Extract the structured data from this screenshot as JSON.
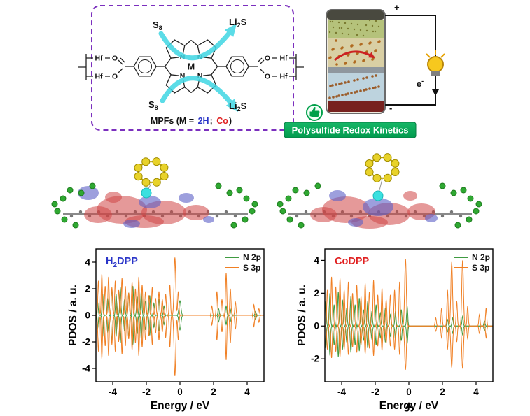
{
  "palette": {
    "box_purple": "#7b2fbe",
    "arrow_cyan": "#3fd6e3",
    "banner_green": "#00a651",
    "m_2h_blue": "#2a35c8",
    "m_co_red": "#e02020",
    "n2p_green": "#3f9b41",
    "s3p_orange": "#f07f23",
    "sulfur_yellow": "#e8d22a",
    "lithium_cyan": "#3ae0e0",
    "lobe_red": "#d04545",
    "lobe_blue": "#5b5fc7",
    "atom_green": "#2fa832"
  },
  "scheme": {
    "s8": {
      "base": "S",
      "sub": "8"
    },
    "li2s": {
      "li": "Li",
      "sub": "2",
      "s": "S"
    },
    "atoms": {
      "m": "M",
      "n": "N",
      "o": "O",
      "hf": "Hf"
    },
    "caption": {
      "p1": "MPFs (M = ",
      "m1": "2H",
      "p2": "; ",
      "m2": "Co",
      "p3": ")"
    }
  },
  "battery": {
    "plus": "+",
    "minus": "-",
    "electron_base": "e",
    "electron_sup": "-"
  },
  "banner": {
    "label": "Polysulfide Redox Kinetics"
  },
  "chart_data": [
    {
      "type": "line",
      "title_pre": "H",
      "title_sub": "2",
      "title_post": "DPP",
      "title_color": "#2a35c8",
      "xlabel": "Energy / eV",
      "ylabel": "PDOS / a. u.",
      "xlim": [
        -5,
        5
      ],
      "ylim": [
        -5,
        5
      ],
      "xticks": [
        -4,
        -2,
        0,
        2,
        4
      ],
      "yticks": [
        -4,
        -2,
        0,
        2,
        4
      ],
      "grid": false,
      "legend_position": "top-right",
      "zero_marker": false,
      "series": [
        {
          "name": "N 2p",
          "color": "#3f9b41",
          "width": 0.05,
          "mirror": 1.0,
          "peaks": [
            [
              -4.9,
              1.0
            ],
            [
              -4.6,
              1.6
            ],
            [
              -4.3,
              1.3
            ],
            [
              -4.05,
              2.0
            ],
            [
              -3.8,
              1.6
            ],
            [
              -3.55,
              2.1
            ],
            [
              -3.3,
              1.2
            ],
            [
              -3.05,
              1.7
            ],
            [
              -2.8,
              2.2
            ],
            [
              -2.55,
              1.4
            ],
            [
              -2.3,
              1.9
            ],
            [
              -2.05,
              1.1
            ],
            [
              -1.8,
              1.5
            ],
            [
              -1.55,
              0.9
            ],
            [
              -1.25,
              1.2
            ],
            [
              -0.95,
              0.7
            ],
            [
              0.0,
              1.1,
              0.08
            ],
            [
              2.3,
              0.5
            ],
            [
              2.75,
              0.7
            ],
            [
              3.05,
              0.5
            ],
            [
              4.5,
              0.3
            ]
          ]
        },
        {
          "name": "S 3p",
          "color": "#f07f23",
          "width": 0.05,
          "mirror": 1.05,
          "peaks": [
            [
              -4.85,
              2.6
            ],
            [
              -4.65,
              3.1
            ],
            [
              -4.45,
              2.2
            ],
            [
              -4.25,
              2.9
            ],
            [
              -4.05,
              2.1
            ],
            [
              -3.85,
              2.6
            ],
            [
              -3.65,
              1.9
            ],
            [
              -3.45,
              2.8
            ],
            [
              -3.25,
              2.2
            ],
            [
              -3.05,
              1.7
            ],
            [
              -2.85,
              2.5
            ],
            [
              -2.65,
              2.0
            ],
            [
              -2.45,
              2.9
            ],
            [
              -2.25,
              2.3
            ],
            [
              -2.05,
              1.8
            ],
            [
              -1.85,
              1.5
            ],
            [
              -1.65,
              2.1
            ],
            [
              -1.45,
              1.3
            ],
            [
              -1.25,
              1.8
            ],
            [
              -1.05,
              1.2
            ],
            [
              -0.85,
              1.6
            ],
            [
              -0.6,
              2.3
            ],
            [
              -0.3,
              4.35,
              0.07
            ],
            [
              -0.1,
              1.8
            ],
            [
              1.9,
              0.7
            ],
            [
              2.2,
              1.8
            ],
            [
              2.5,
              1.2
            ],
            [
              2.75,
              3.2
            ],
            [
              3.0,
              2.0
            ],
            [
              3.3,
              1.0
            ],
            [
              4.4,
              0.8
            ],
            [
              4.7,
              0.5
            ]
          ]
        }
      ]
    },
    {
      "type": "line",
      "title_pre": "CoDPP",
      "title_sub": "",
      "title_post": "",
      "title_color": "#e02020",
      "xlabel": "Energy / eV",
      "ylabel": "PDOS / a. u.",
      "xlim": [
        -5,
        5
      ],
      "ylim": [
        -3.4,
        4.7
      ],
      "xticks": [
        -4,
        -2,
        0,
        2,
        4
      ],
      "yticks": [
        -2,
        0,
        2,
        4
      ],
      "grid": false,
      "legend_position": "top-right",
      "zero_marker": true,
      "series": [
        {
          "name": "N 2p",
          "color": "#3f9b41",
          "width": 0.05,
          "mirror": 0.9,
          "peaks": [
            [
              -4.95,
              1.5
            ],
            [
              -4.7,
              2.0
            ],
            [
              -4.45,
              1.3
            ],
            [
              -4.2,
              2.1
            ],
            [
              -3.95,
              1.6
            ],
            [
              -3.7,
              1.1
            ],
            [
              -3.45,
              1.8
            ],
            [
              -3.2,
              1.3
            ],
            [
              -2.95,
              1.7
            ],
            [
              -2.7,
              1.0
            ],
            [
              -2.45,
              1.5
            ],
            [
              -2.2,
              0.9
            ],
            [
              -1.95,
              1.3
            ],
            [
              -1.7,
              0.8
            ],
            [
              -1.4,
              1.1
            ],
            [
              -1.1,
              0.7
            ],
            [
              -0.8,
              0.9
            ],
            [
              -0.45,
              1.0
            ],
            [
              -0.1,
              1.2
            ],
            [
              2.3,
              0.4
            ],
            [
              2.6,
              0.5
            ],
            [
              3.2,
              0.6
            ],
            [
              4.5,
              0.3
            ]
          ]
        },
        {
          "name": "S 3p",
          "color": "#f07f23",
          "width": 0.05,
          "mirror": 0.65,
          "peaks": [
            [
              -4.85,
              2.2
            ],
            [
              -4.6,
              3.0
            ],
            [
              -4.35,
              2.4
            ],
            [
              -4.1,
              2.9
            ],
            [
              -3.85,
              2.2
            ],
            [
              -3.6,
              2.7
            ],
            [
              -3.35,
              2.0
            ],
            [
              -3.1,
              2.5
            ],
            [
              -2.85,
              1.8
            ],
            [
              -2.6,
              2.6
            ],
            [
              -2.35,
              2.1
            ],
            [
              -2.1,
              2.8
            ],
            [
              -1.85,
              1.9
            ],
            [
              -1.6,
              2.3
            ],
            [
              -1.35,
              1.6
            ],
            [
              -1.1,
              1.9
            ],
            [
              -0.85,
              2.2
            ],
            [
              -0.55,
              2.7
            ],
            [
              -0.2,
              4.1,
              0.07
            ],
            [
              1.6,
              0.5
            ],
            [
              1.95,
              1.1
            ],
            [
              2.3,
              2.2
            ],
            [
              2.55,
              3.9,
              0.07
            ],
            [
              2.85,
              1.5
            ],
            [
              3.2,
              4.0,
              0.07
            ],
            [
              3.5,
              1.2
            ],
            [
              4.2,
              0.7
            ],
            [
              4.6,
              1.1
            ]
          ]
        }
      ]
    }
  ]
}
